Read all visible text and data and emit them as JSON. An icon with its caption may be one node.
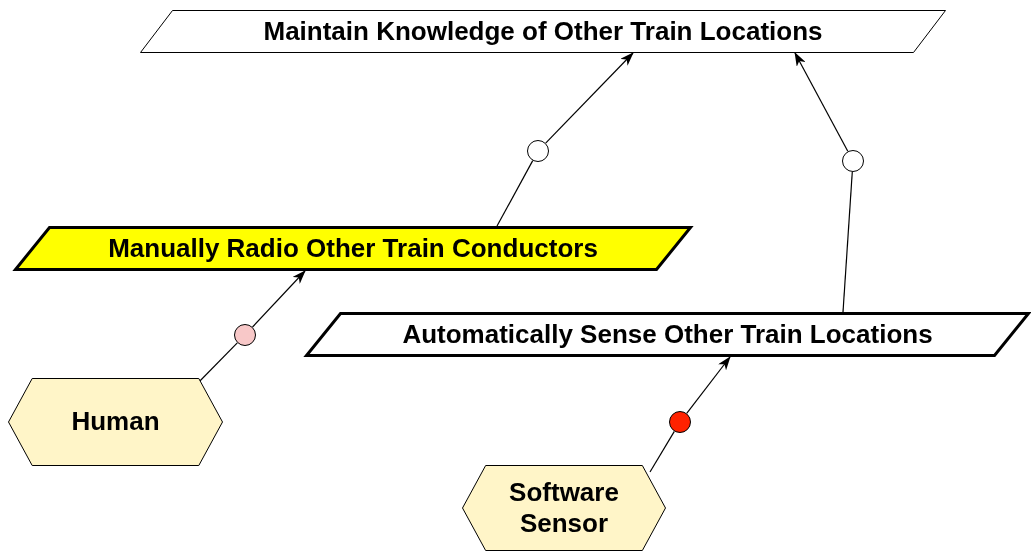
{
  "diagram": {
    "nodes": [
      {
        "text": [
          "Maintain Knowledge of Other Train Locations"
        ]
      },
      {
        "text": [
          "Manually Radio Other Train Conductors"
        ]
      },
      {
        "text": [
          "Automatically Sense Other Train Locations"
        ]
      },
      {
        "text": [
          "Human"
        ]
      },
      {
        "text": [
          "Software Sensor"
        ]
      },
      {
        "text": [],
        "shape": "circle"
      },
      {
        "text": [],
        "shape": "circle"
      },
      {
        "text": [],
        "shape": "circle"
      },
      {
        "text": [],
        "shape": "circle"
      }
    ],
    "edges": [
      {
        "from": 1,
        "to": 5,
        "arrow": "none"
      },
      {
        "from": 5,
        "to": 0,
        "arrow": "to"
      },
      {
        "from": 2,
        "to": 6,
        "arrow": "none"
      },
      {
        "from": 6,
        "to": 0,
        "arrow": "to"
      },
      {
        "from": 3,
        "to": 7,
        "arrow": "none"
      },
      {
        "from": 7,
        "to": 1,
        "arrow": "to"
      },
      {
        "from": 4,
        "to": 8,
        "arrow": "none"
      },
      {
        "from": 8,
        "to": 2,
        "arrow": "to"
      }
    ]
  }
}
